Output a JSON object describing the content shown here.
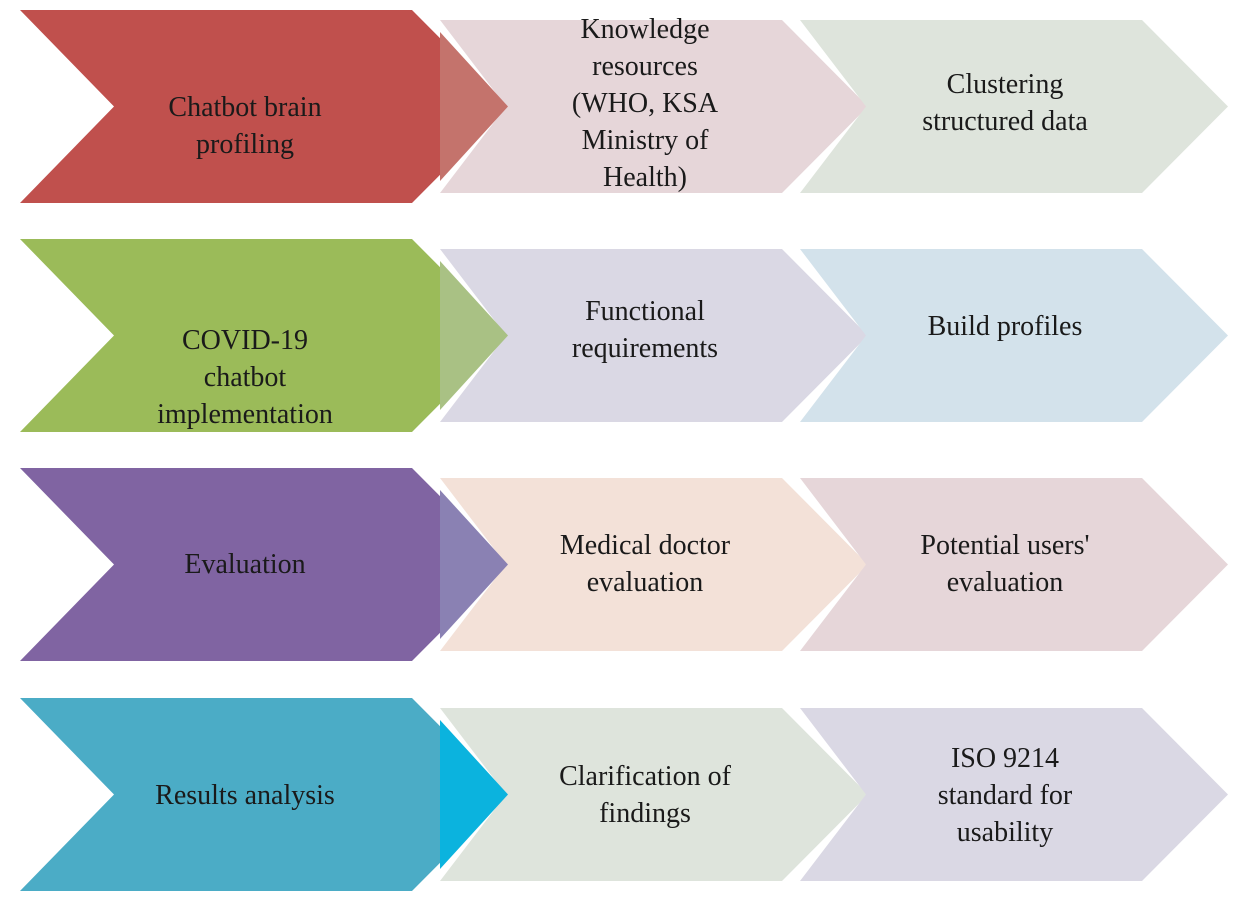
{
  "rows": [
    {
      "main": {
        "lines": [
          "Chatbot brain",
          "profiling"
        ],
        "color": "#c0504d"
      },
      "steps": [
        {
          "lines": [
            "Knowledge",
            "resources",
            "(WHO, KSA",
            "Ministry of",
            "Health)"
          ],
          "color": "#e6d6d9"
        },
        {
          "lines": [
            "Clustering",
            "structured data"
          ],
          "color": "#dee4dc"
        }
      ]
    },
    {
      "main": {
        "lines": [
          "COVID-19",
          "chatbot",
          "implementation"
        ],
        "color": "#9bbb59"
      },
      "steps": [
        {
          "lines": [
            "Functional",
            "requirements"
          ],
          "color": "#dad8e4"
        },
        {
          "lines": [
            "Build profiles"
          ],
          "color": "#d3e2eb"
        }
      ]
    },
    {
      "main": {
        "lines": [
          "Evaluation"
        ],
        "color": "#8064a2"
      },
      "steps": [
        {
          "lines": [
            "Medical doctor",
            "evaluation"
          ],
          "color": "#f3e1d8"
        },
        {
          "lines": [
            "Potential users'",
            "evaluation"
          ],
          "color": "#e6d6d9"
        }
      ]
    },
    {
      "main": {
        "lines": [
          "Results analysis"
        ],
        "color": "#4bacc6"
      },
      "steps": [
        {
          "lines": [
            "Clarification of",
            "findings"
          ],
          "color": "#dee4dc"
        },
        {
          "lines": [
            "ISO 9214",
            "standard for",
            "usability"
          ],
          "color": "#dad8e4"
        }
      ]
    }
  ],
  "overlap_colors": [
    "#c4736c",
    "#a9c184",
    "#8a81b3",
    "#0bb3de"
  ]
}
